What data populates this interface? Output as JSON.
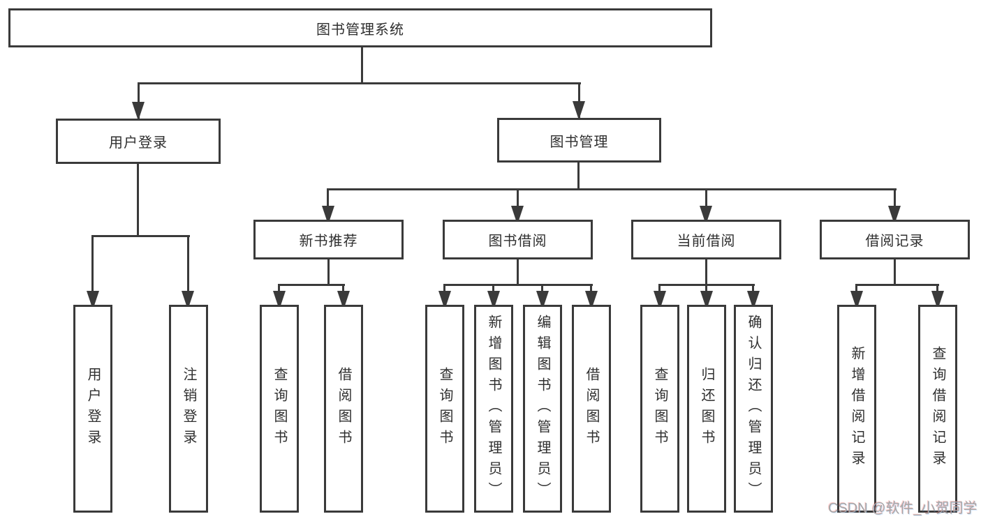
{
  "diagram": {
    "root": {
      "label": "图书管理系统"
    },
    "level2": {
      "user_login": {
        "label": "用户登录"
      },
      "book_mgmt": {
        "label": "图书管理"
      }
    },
    "level3": {
      "new_book_rec": {
        "label": "新书推荐"
      },
      "book_borrow": {
        "label": "图书借阅"
      },
      "current_borrow": {
        "label": "当前借阅"
      },
      "borrow_records": {
        "label": "借阅记录"
      }
    },
    "leaves": {
      "login": {
        "label": "用户登录"
      },
      "logout": {
        "label": "注销登录"
      },
      "rec_query": {
        "label": "查询图书"
      },
      "rec_borrow": {
        "label": "借阅图书"
      },
      "bb_query": {
        "label": "查询图书"
      },
      "bb_add": {
        "label": "新增图书（管理员）"
      },
      "bb_edit": {
        "label": "编辑图书（管理员）"
      },
      "bb_borrow": {
        "label": "借阅图书"
      },
      "cb_query": {
        "label": "查询图书"
      },
      "cb_return": {
        "label": "归还图书"
      },
      "cb_confirm": {
        "label": "确认归还（管理员）"
      },
      "br_add": {
        "label": "新增借阅记录"
      },
      "br_query": {
        "label": "查询借阅记录"
      }
    }
  },
  "watermark": {
    "text": "CSDN @软件_小贺同学"
  },
  "colors": {
    "line": "#3a3a3a",
    "text": "#2f2f2f",
    "watermark": "#a6a6a6",
    "background": "#ffffff"
  }
}
